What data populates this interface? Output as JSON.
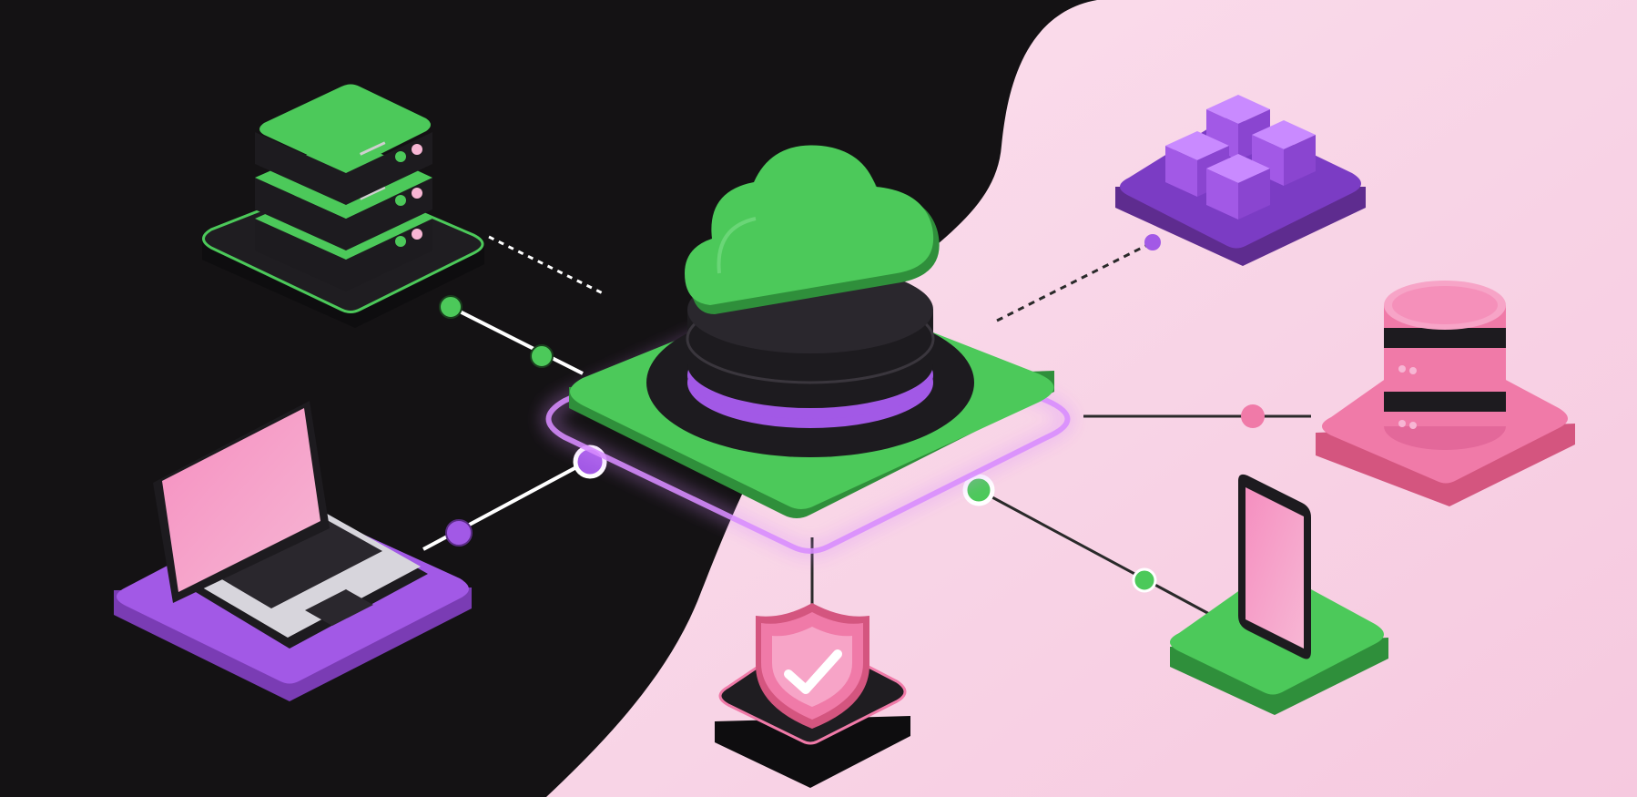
{
  "colors": {
    "dark_background": "#141214",
    "light_background": "#f9d4e6",
    "green": "#4cc95a",
    "purple": "#a259e6",
    "pink": "#f07aa8",
    "black": "#1d1b1f",
    "glow": "#d88cff"
  },
  "nodes": [
    {
      "id": "cloud-hub",
      "icon": "cloud-icon",
      "platform": "green"
    },
    {
      "id": "server-stack",
      "icon": "server-rack-icon",
      "platform": "dark"
    },
    {
      "id": "laptop",
      "icon": "laptop-icon",
      "platform": "purple"
    },
    {
      "id": "blocks",
      "icon": "cubes-icon",
      "platform": "purple"
    },
    {
      "id": "database",
      "icon": "database-icon",
      "platform": "pink"
    },
    {
      "id": "smartphone",
      "icon": "smartphone-icon",
      "platform": "green"
    },
    {
      "id": "security-shield",
      "icon": "shield-check-icon",
      "platform": "dark"
    }
  ],
  "connections": [
    {
      "from": "cloud-hub",
      "to": "server-stack",
      "style": "solid"
    },
    {
      "from": "cloud-hub",
      "to": "laptop",
      "style": "solid"
    },
    {
      "from": "cloud-hub",
      "to": "blocks",
      "style": "dashed"
    },
    {
      "from": "cloud-hub",
      "to": "database",
      "style": "solid"
    },
    {
      "from": "cloud-hub",
      "to": "smartphone",
      "style": "solid"
    },
    {
      "from": "cloud-hub",
      "to": "security-shield",
      "style": "solid"
    }
  ]
}
